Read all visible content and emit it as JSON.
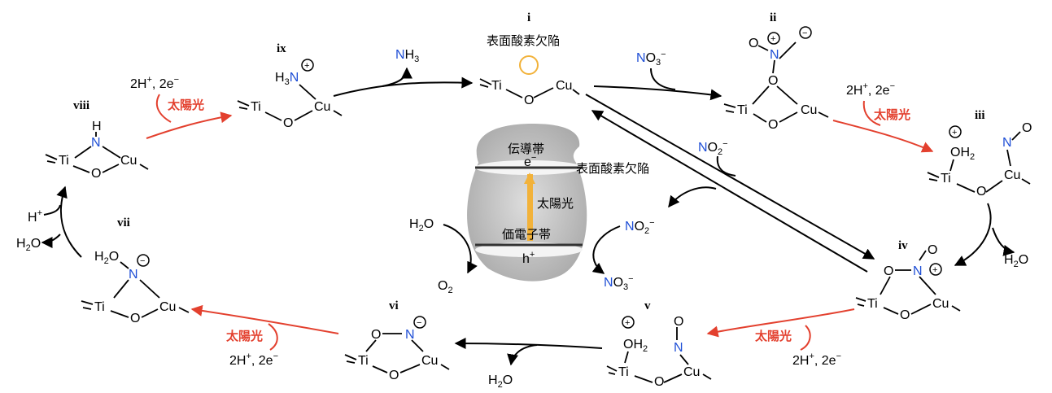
{
  "labels": {
    "i": "i",
    "ii": "ii",
    "iii": "iii",
    "iv": "iv",
    "v": "v",
    "vi": "vi",
    "vii": "vii",
    "viii": "viii",
    "ix": "ix"
  },
  "atoms": {
    "Ti": "Ti",
    "Cu": "Cu",
    "O": "O",
    "N": "N",
    "H": "H"
  },
  "species": {
    "nh3_N": "N",
    "nh3_H": "H",
    "no3_N": "N",
    "no3_O": "O",
    "no2_N": "N",
    "no2_O": "O",
    "h2o": "H",
    "h2o_O": "O",
    "o2": "O"
  },
  "text": {
    "surface_defect": "表面酸素欠陥",
    "sunlight": "太陽光",
    "conduction_band": "伝導帯",
    "valence_band": "価電子帯",
    "electron": "e",
    "hole": "h",
    "h_plus": "H",
    "two_h_two_e_a": "2H",
    "two_e": ", 2e",
    "minus": "−",
    "plus": "+",
    "h3": "H",
    "sub3": "3",
    "sub2": "2"
  },
  "colors": {
    "red": "#e3402e",
    "blue": "#1f4fd6",
    "orange": "#f2b23a",
    "grey": "#c9c9c9"
  }
}
